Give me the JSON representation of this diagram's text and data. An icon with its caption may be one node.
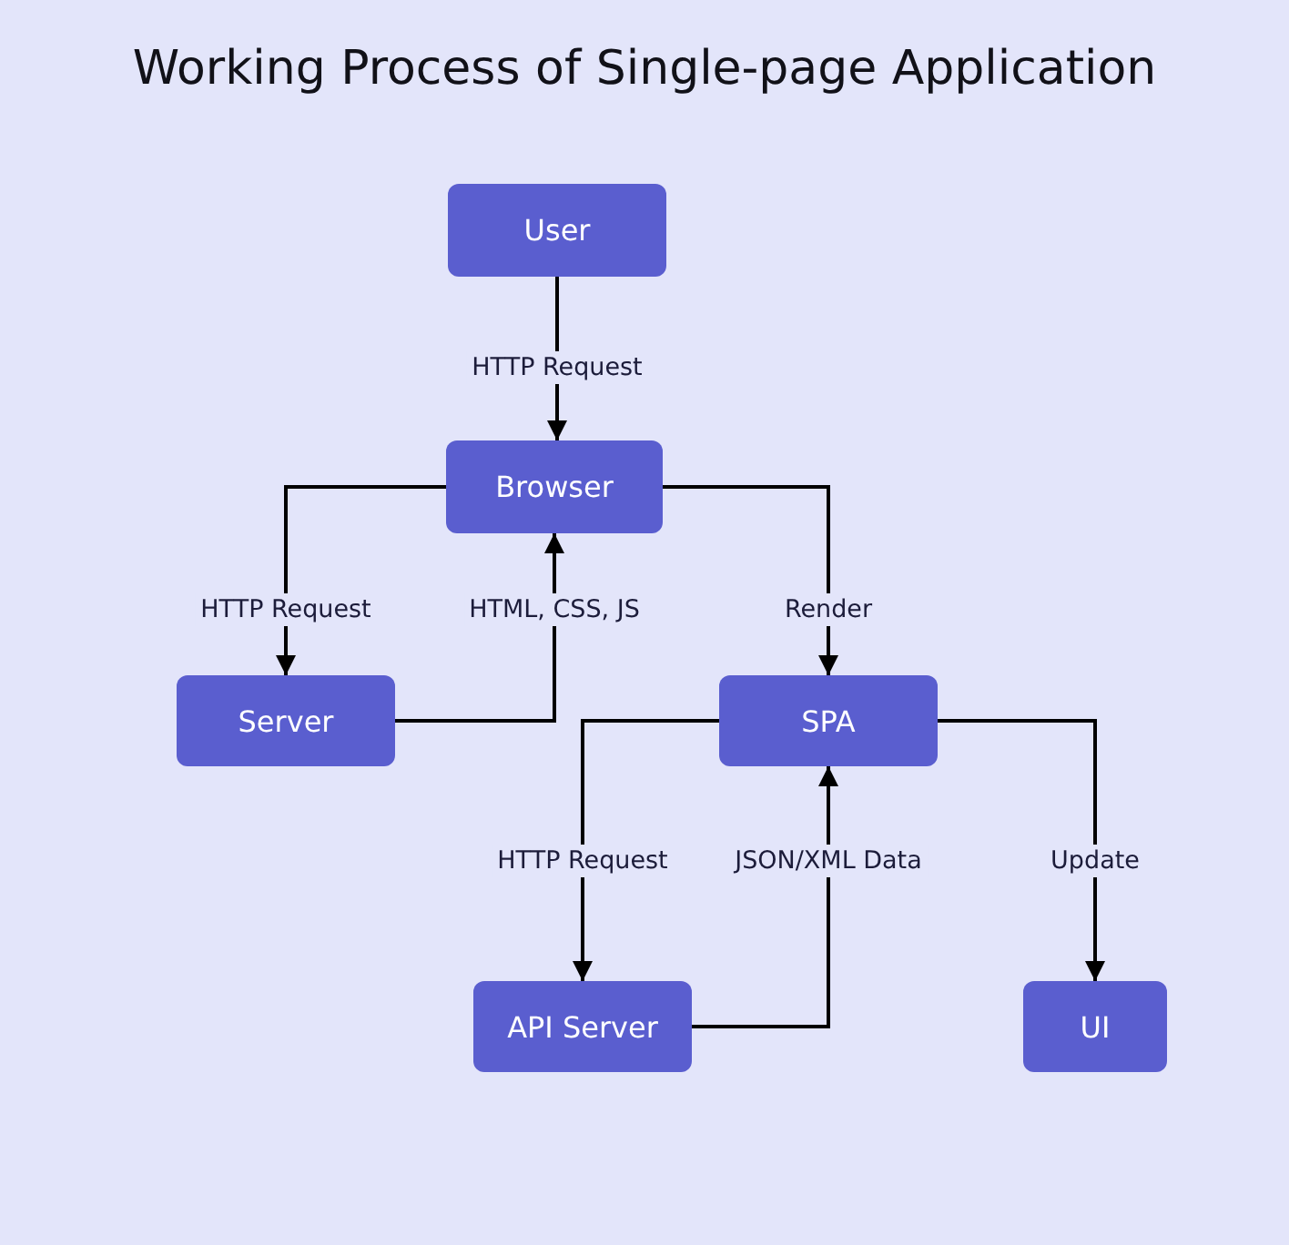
{
  "diagram": {
    "title": "Working Process of Single-page Application",
    "nodes": [
      {
        "text": [
          "User"
        ]
      },
      {
        "text": [
          "Browser"
        ]
      },
      {
        "text": [
          "Server"
        ]
      },
      {
        "text": [
          "SPA"
        ]
      },
      {
        "text": [
          "API Server"
        ]
      },
      {
        "text": [
          "UI"
        ]
      }
    ],
    "edges": [
      {
        "from": 0,
        "to": 1,
        "arrow": "to",
        "label": "HTTP Request"
      },
      {
        "from": 1,
        "to": 2,
        "arrow": "to",
        "label": "HTTP Request"
      },
      {
        "from": 2,
        "to": 1,
        "arrow": "to",
        "label": "HTML, CSS, JS"
      },
      {
        "from": 1,
        "to": 3,
        "arrow": "to",
        "label": "Render"
      },
      {
        "from": 3,
        "to": 4,
        "arrow": "to",
        "label": "HTTP Request"
      },
      {
        "from": 4,
        "to": 3,
        "arrow": "to",
        "label": "JSON/XML Data"
      },
      {
        "from": 3,
        "to": 5,
        "arrow": "to",
        "label": "Update"
      }
    ]
  }
}
